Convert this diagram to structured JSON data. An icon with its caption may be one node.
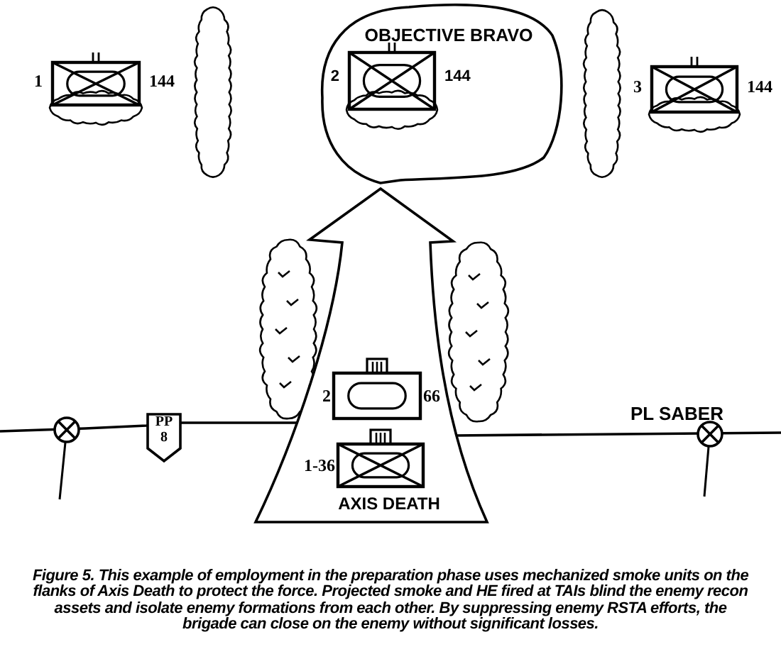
{
  "diagram": {
    "caption": "Figure 5. This example of employment in the preparation phase uses mechanized smoke units on the flanks of Axis Death to protect the force. Projected smoke and HE fired at TAIs blind the enemy recon assets and isolate enemy formations from each other. By suppressing enemy RSTA efforts, the brigade can close on the enemy without significant losses.",
    "nodes": [
      {
        "text": [],
        "shape": "box",
        "beside": [
          "1",
          "144"
        ]
      },
      {
        "text": [],
        "shape": "cloud"
      },
      {
        "text": [
          "OBJECTIVE BRAVO"
        ]
      },
      {
        "text": [],
        "shape": "box",
        "beside": [
          "2",
          "144"
        ],
        "in": 2
      },
      {
        "text": [],
        "shape": "cloud"
      },
      {
        "text": [],
        "shape": "box",
        "beside": [
          "3",
          "144"
        ]
      },
      {
        "text": [
          "AXIS DEATH"
        ]
      },
      {
        "text": [],
        "shape": "box",
        "beside": [
          "2",
          "66"
        ],
        "in": 6
      },
      {
        "text": [],
        "shape": "box",
        "beside": [
          "1-36"
        ],
        "in": 6
      },
      {
        "text": [
          "PP 8"
        ]
      }
    ],
    "labels": [
      "PL SABER"
    ]
  }
}
